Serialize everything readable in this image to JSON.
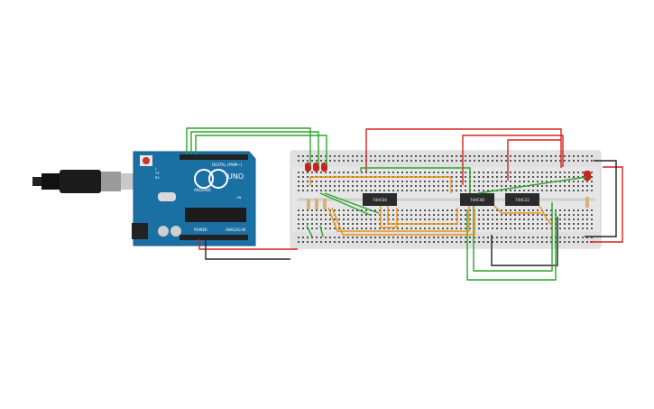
{
  "arduino": {
    "brand": "ARDUINO",
    "model": "UNO",
    "digital_label": "DIGITAL (PWM~)",
    "power_label": "POWER",
    "analog_label": "ANALOG IN",
    "tx_label": "TX",
    "rx_label": "RX",
    "on_label": "ON",
    "l_label": "L"
  },
  "breadboard": {
    "chips": [
      {
        "id": "chip1",
        "label": "74HC04"
      },
      {
        "id": "chip2",
        "label": "74HC08"
      },
      {
        "id": "chip3",
        "label": "74HC32"
      }
    ]
  },
  "colors": {
    "board_blue": "#1a6fa3",
    "breadboard": "#e6e6e6",
    "wire_red": "#d6221f",
    "wire_green": "#2aa52a",
    "wire_black": "#222222",
    "wire_orange": "#e8901a",
    "led_red": "#c8221e",
    "chip": "#2b2b2b"
  }
}
